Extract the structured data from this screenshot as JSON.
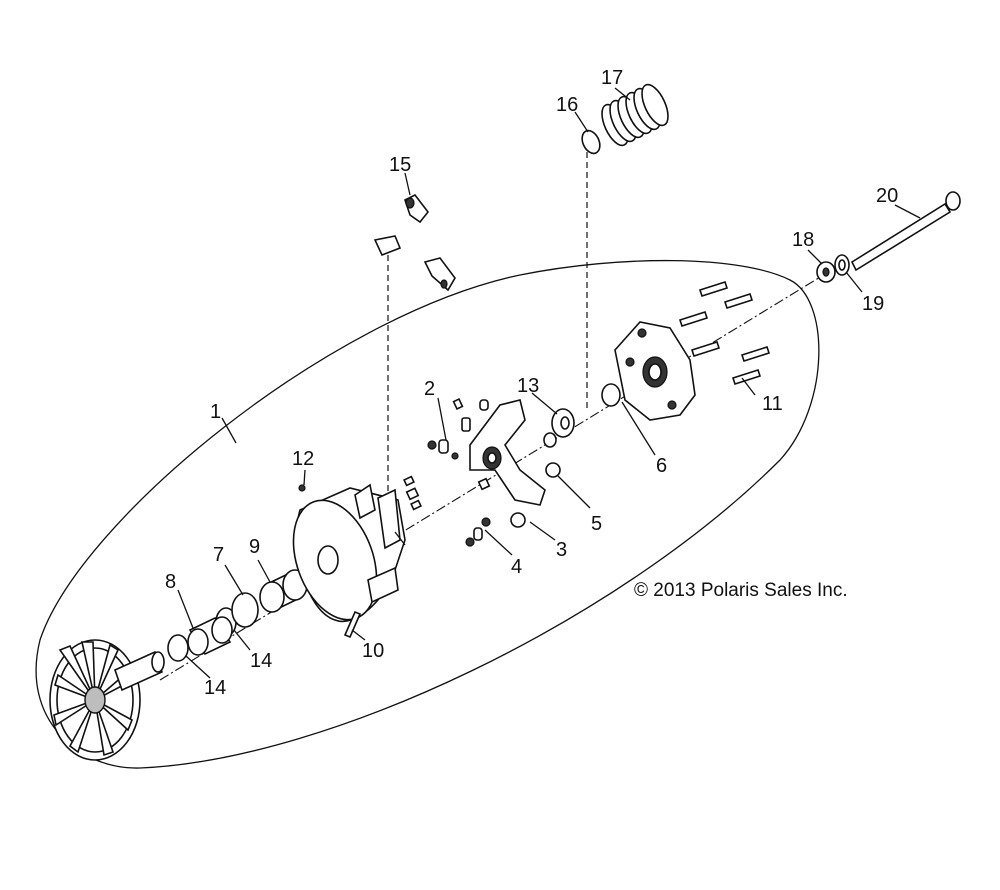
{
  "diagram": {
    "copyright": "© 2013 Polaris Sales Inc.",
    "callouts": [
      "1",
      "2",
      "3",
      "4",
      "5",
      "6",
      "7",
      "8",
      "9",
      "10",
      "11",
      "12",
      "13",
      "14",
      "14",
      "15",
      "16",
      "17",
      "18",
      "19",
      "20"
    ]
  }
}
